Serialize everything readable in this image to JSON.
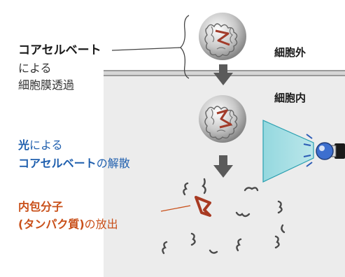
{
  "labels": {
    "outside_cell": "細胞外",
    "inside_cell": "細胞内",
    "coacervate_term": "コアセルベート",
    "by": "による",
    "membrane_permeation": "細胞膜透過",
    "light": "光",
    "by2": "による",
    "coacervate_term2": "コアセルベート",
    "dissociation": "の解散",
    "inner_molecule": "内包分子",
    "protein": "(タンパク質)",
    "release": "の放出"
  },
  "colors": {
    "black": "#1a1a1a",
    "blue": "#1f5fae",
    "orange": "#c9501a",
    "inside_bg": "#ececec",
    "membrane": "#b5b5b5",
    "arrow": "#5a5a5a",
    "beam": "#8fd7de"
  },
  "icons": {
    "coacervate": "coacervate-droplet-icon",
    "lamp": "light-lamp-icon",
    "protein": "protein-chain-icon"
  }
}
